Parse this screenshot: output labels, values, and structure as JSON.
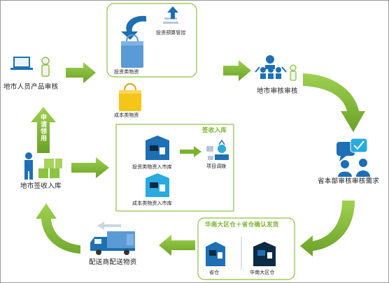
{
  "colors": {
    "arrow_green": "#7ab32e",
    "panel_border": "#8dc03f",
    "device_blue": "#1e6fb3",
    "accent_blue": "#29aae1",
    "person_green": "#8cc43f",
    "bag_yellow": "#f5c518",
    "bag_blue": "#5b9bd5"
  },
  "nodes": {
    "local_review": "地市人员产品审核",
    "city_review": "地市审核审核",
    "province_review": "省本部审核审核需求",
    "city_receive": "地市签收入库",
    "distributor_ship": "配送商配送物资"
  },
  "panels": {
    "top": {
      "budget_control": "投资预算管控",
      "invest_goods": "投资类物资",
      "cost_goods": "成本类物资"
    },
    "middle": {
      "title": "签收入库",
      "invest_in": "投资类物资入市库",
      "cost_in": "成本类物资入市库",
      "project_alloc": "项目调拨"
    },
    "bottom": {
      "title": "华南大区仓＋省仓确认发货",
      "province_wh": "省仓",
      "south_wh": "华南大区仓"
    }
  },
  "flow_labels": {
    "apply_use": "申请领用"
  }
}
